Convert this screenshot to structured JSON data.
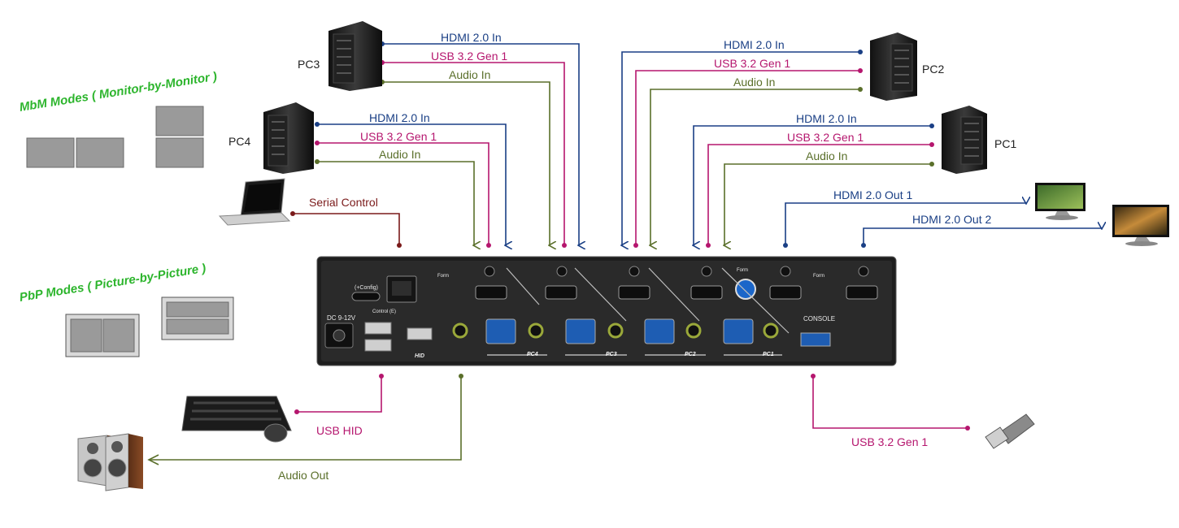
{
  "modes": {
    "mbm": "MbM Modes ( Monitor-by-Monitor )",
    "pbp": "PbP Modes ( Picture-by-Picture )"
  },
  "pcs": {
    "pc1": "PC1",
    "pc2": "PC2",
    "pc3": "PC3",
    "pc4": "PC4"
  },
  "links": {
    "hdmi_in": "HDMI 2.0 In",
    "usb": "USB 3.2 Gen 1",
    "audio_in": "Audio In",
    "serial": "Serial Control",
    "hdmi_out1": "HDMI 2.0 Out 1",
    "hdmi_out2": "HDMI 2.0 Out 2",
    "usb_hid": "USB HID",
    "audio_out": "Audio Out",
    "usb_bottom": "USB 3.2 Gen 1"
  },
  "device": {
    "dc": "DC 9-12V",
    "config": "(+Config)",
    "control": "Control (E)",
    "hid": "HID",
    "console": "CONSOLE",
    "form": "Form",
    "ports": [
      "PC4",
      "PC3",
      "PC2",
      "PC1"
    ]
  },
  "colors": {
    "hdmi": "#1a3f85",
    "usb": "#b5166e",
    "audio": "#5a6f2a",
    "serial": "#7a1a1a",
    "mode": "#2db52d"
  }
}
